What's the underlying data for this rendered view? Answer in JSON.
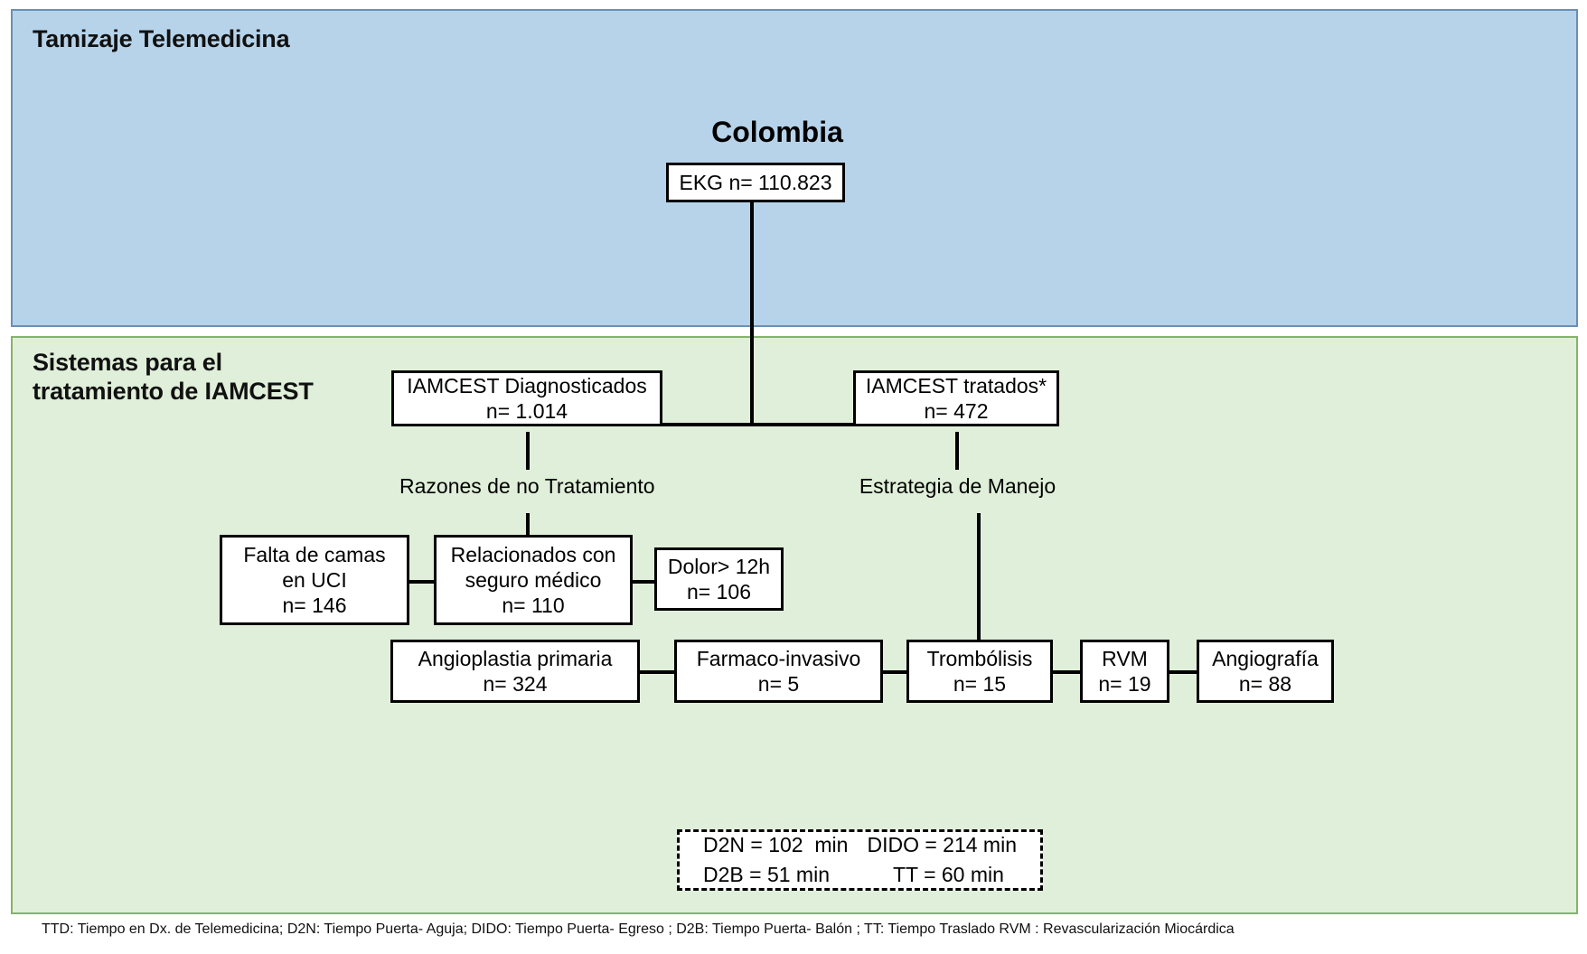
{
  "panels": {
    "telemedicina": {
      "title": "Tamizaje Telemedicina"
    },
    "iamcest": {
      "title": "Sistemas para el\ntratamiento de IAMCEST"
    }
  },
  "country_label": "Colombia",
  "chart_data": {
    "type": "diagram",
    "title": "Colombia",
    "nodes": [
      {
        "id": "ekg",
        "line1": "EKG n= 110.823",
        "line2": "",
        "n": 110823
      },
      {
        "id": "diagnosticados",
        "line1": "IAMCEST Diagnosticados",
        "line2": "n= 1.014",
        "n": 1014
      },
      {
        "id": "tratados",
        "line1": "IAMCEST tratados*",
        "line2": "n= 472",
        "n": 472
      },
      {
        "id": "camas-uci",
        "line1": "Falta de camas",
        "line2": "en UCI",
        "line3": "n= 146",
        "n": 146
      },
      {
        "id": "seguro-medico",
        "line1": "Relacionados con",
        "line2": "seguro médico",
        "line3": "n= 110",
        "n": 110
      },
      {
        "id": "dolor-12h",
        "line1": "Dolor> 12h",
        "line2": "n= 106",
        "n": 106
      },
      {
        "id": "angioplastia",
        "line1": "Angioplastia primaria",
        "line2": "n= 324",
        "n": 324
      },
      {
        "id": "farmaco",
        "line1": "Farmaco-invasivo",
        "line2": "n= 5",
        "n": 5
      },
      {
        "id": "trombolisis",
        "line1": "Trombólisis",
        "line2": "n= 15",
        "n": 15
      },
      {
        "id": "rvm",
        "line1": "RVM",
        "line2": "n= 19",
        "n": 19
      },
      {
        "id": "angiografia",
        "line1": "Angiografía",
        "line2": "n= 88",
        "n": 88
      }
    ],
    "edge_labels": [
      "Razones de no Tratamiento",
      "Estrategia de Manejo"
    ],
    "metrics": [
      {
        "label": "D2N",
        "value": "102",
        "unit": "min"
      },
      {
        "label": "DIDO",
        "value": "214",
        "unit": "min"
      },
      {
        "label": "D2B",
        "value": "51",
        "unit": "min"
      },
      {
        "label": "TT",
        "value": "60",
        "unit": "min"
      }
    ],
    "colors": {
      "panel_top": "#b6d3ea",
      "panel_bottom": "#e0efd9",
      "node_border": "#000000",
      "node_fill": "#ffffff"
    }
  },
  "nodes": {
    "ekg": {
      "line1": "EKG n= 110.823"
    },
    "diagnosticados": {
      "line1": "IAMCEST Diagnosticados",
      "line2": "n= 1.014"
    },
    "tratados": {
      "line1": "IAMCEST tratados*",
      "line2": "n= 472"
    },
    "camas_uci": {
      "line1": "Falta de camas",
      "line2": "en UCI",
      "line3": "n= 146"
    },
    "seguro_medico": {
      "line1": "Relacionados con",
      "line2": "seguro médico",
      "line3": "n= 110"
    },
    "dolor_12h": {
      "line1": "Dolor> 12h",
      "line2": "n= 106"
    },
    "angioplastia": {
      "line1": "Angioplastia primaria",
      "line2": "n= 324"
    },
    "farmaco": {
      "line1": "Farmaco-invasivo",
      "line2": "n= 5"
    },
    "trombolisis": {
      "line1": "Trombólisis",
      "line2": "n= 15"
    },
    "rvm": {
      "line1": "RVM",
      "line2": "n= 19"
    },
    "angiografia": {
      "line1": "Angiografía",
      "line2": "n= 88"
    }
  },
  "edges": {
    "razones": "Razones de no Tratamiento",
    "estrategia": "Estrategia de Manejo"
  },
  "metrics_box": {
    "row1_col1": "D2N = 102  min",
    "row1_col2": "DIDO = 214 min",
    "row2_col1": "D2B = 51 min",
    "row2_col2": "TT = 60 min"
  },
  "footnote": "TTD: Tiempo en Dx. de Telemedicina; D2N: Tiempo Puerta- Aguja; DIDO: Tiempo Puerta- Egreso ; D2B: Tiempo Puerta- Balón ; TT: Tiempo Traslado RVM : Revascularización Miocárdica"
}
